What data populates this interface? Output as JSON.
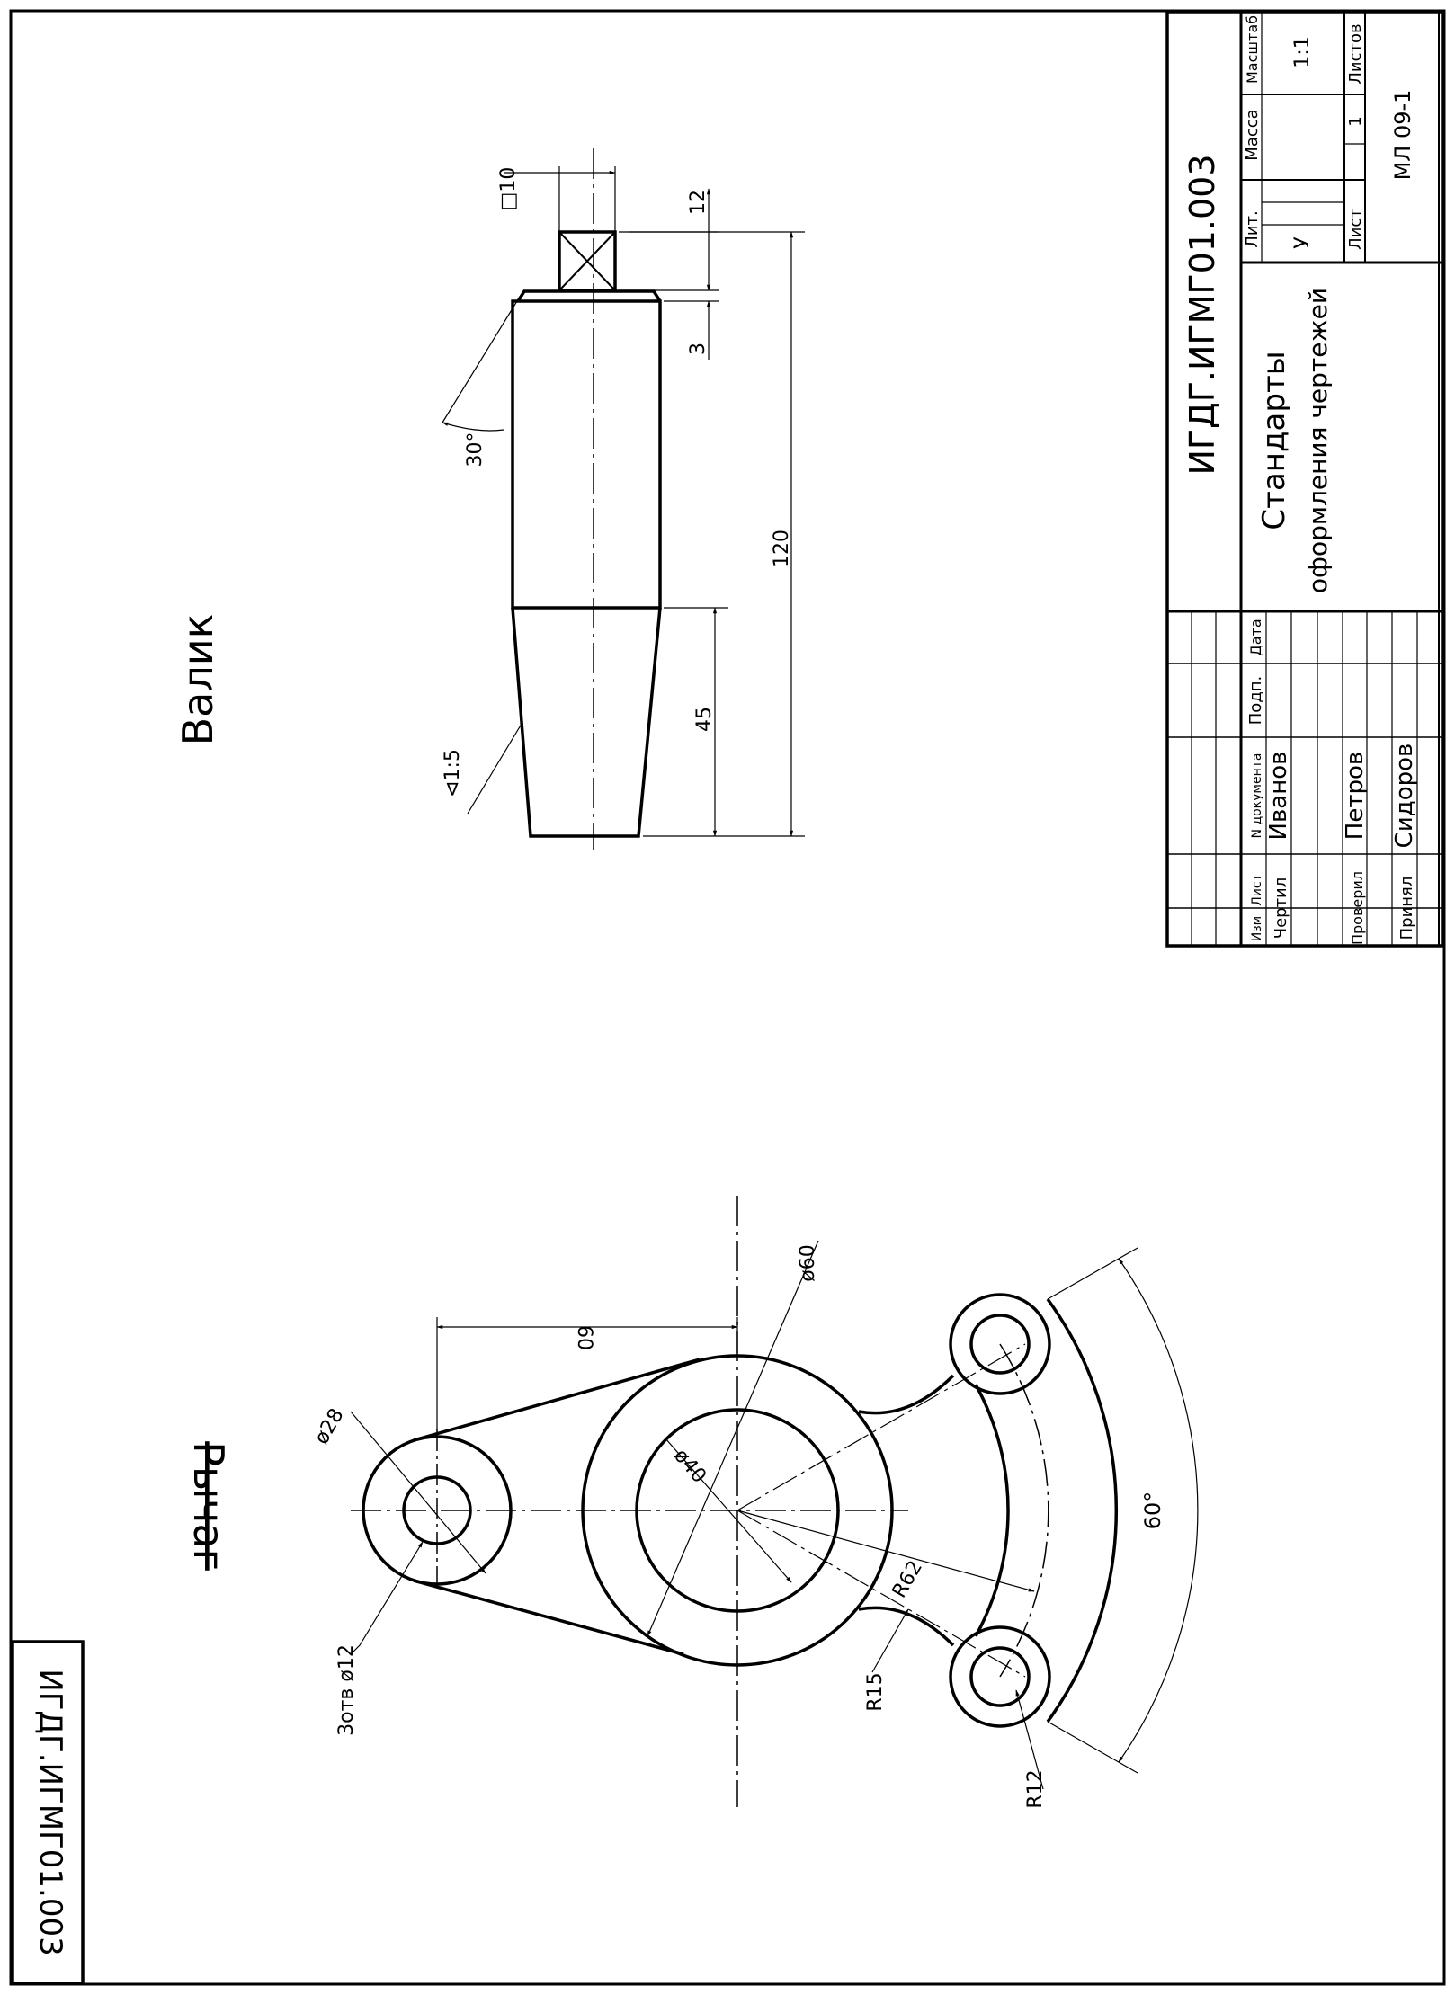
{
  "drawing": {
    "titles": {
      "valik": "Валик",
      "rychag": "Рычаг"
    },
    "shaft_dims": {
      "square": "□10",
      "len_12": "12",
      "len_3": "3",
      "angle_30": "30°",
      "len_120": "120",
      "len_45": "45",
      "taper": "⊲1:5"
    },
    "lever_dims": {
      "d60": "ø60",
      "d28": "ø28",
      "d40": "ø40",
      "len60": "60",
      "holes": "3отв ø12",
      "r15": "R15",
      "r62": "R62",
      "r12": "R12",
      "ang60": "60°"
    }
  },
  "title_block": {
    "doc_code": "ИГДГ.ИГМГ01.003",
    "title_line1": "Стандарты",
    "title_line2": "оформления чертежей",
    "lit_header": "Лит.",
    "mass_header": "Масса",
    "scale_header": "Масштаб",
    "lit_value": "У",
    "scale_value": "1:1",
    "sheet_label": "Лист",
    "sheets_label": "Листов",
    "sheets_value": "1",
    "group": "МЛ 09-1",
    "col_headers": {
      "izm": "Изм",
      "list": "Лист",
      "doc": "N документа",
      "sign": "Подп.",
      "date": "Дата"
    },
    "roles": [
      {
        "role": "Чертил",
        "name": "Иванов"
      },
      {
        "role": "Проверил",
        "name": "Петров"
      },
      {
        "role": "Принял",
        "name": "Сидоров"
      }
    ]
  },
  "side_stamp": {
    "code": "ИГДГ.ИГМГ01.003"
  }
}
